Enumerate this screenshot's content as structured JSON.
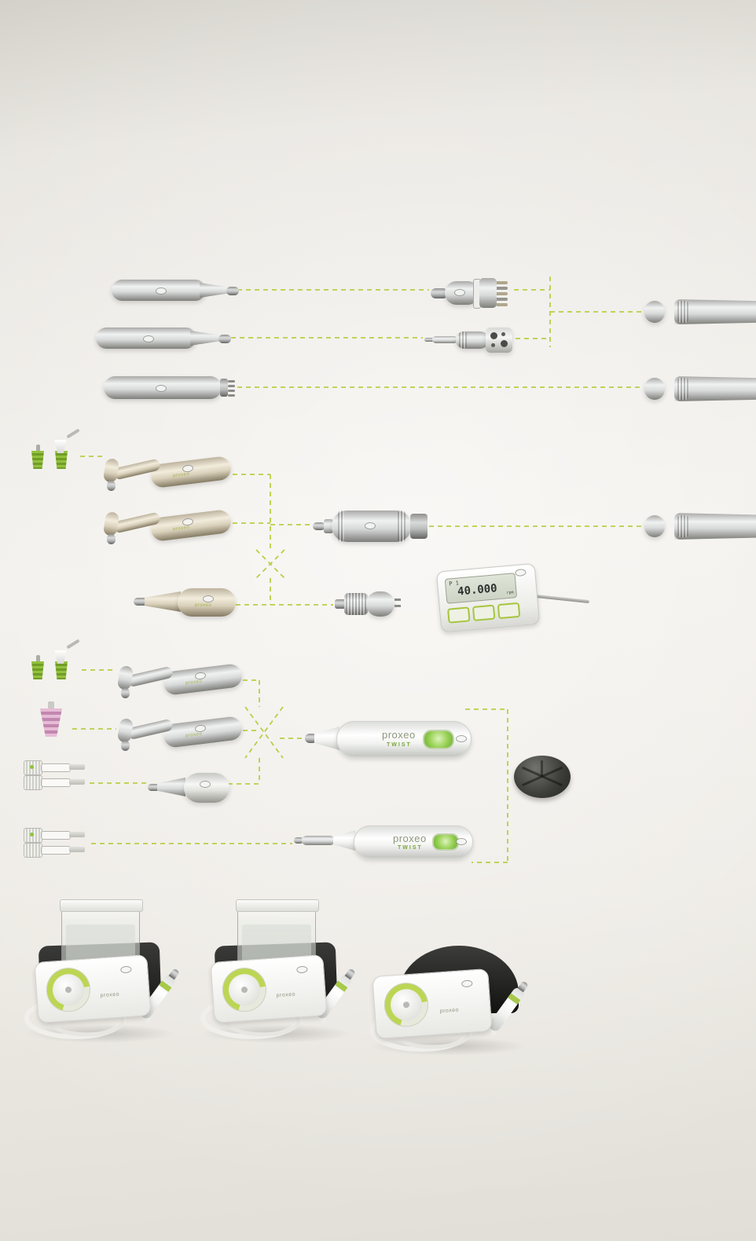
{
  "palette": {
    "dash_line": "#b4ca33",
    "accent_green": "#8fc23c",
    "pink": "#c287ae",
    "champagne": "#d9d0ba"
  },
  "brand": {
    "name": "proxeo"
  },
  "control_unit": {
    "program": "P 1",
    "speed": "40.000",
    "unit": "rpm"
  },
  "twist1": {
    "brand": "proxeo",
    "model": "TWIST"
  },
  "twist2": {
    "brand": "proxeo",
    "model": "TWIST"
  },
  "consoles": {
    "brand": "proxeo"
  }
}
